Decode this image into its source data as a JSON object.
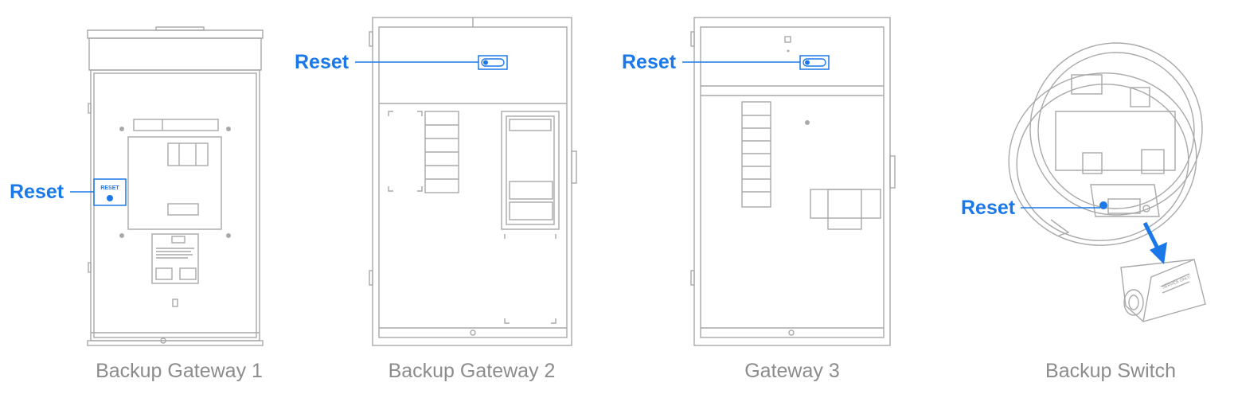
{
  "devices": [
    {
      "caption": "Backup Gateway 1",
      "reset_label": "Reset",
      "button_text": "RESET"
    },
    {
      "caption": "Backup Gateway 2",
      "reset_label": "Reset"
    },
    {
      "caption": "Gateway 3",
      "reset_label": "Reset"
    },
    {
      "caption": "Backup Switch",
      "reset_label": "Reset",
      "module_text": "SERVICE ONLY"
    }
  ],
  "colors": {
    "accent": "#1a78e8",
    "line": "#a9a9a9",
    "caption": "#8c8c8c"
  }
}
